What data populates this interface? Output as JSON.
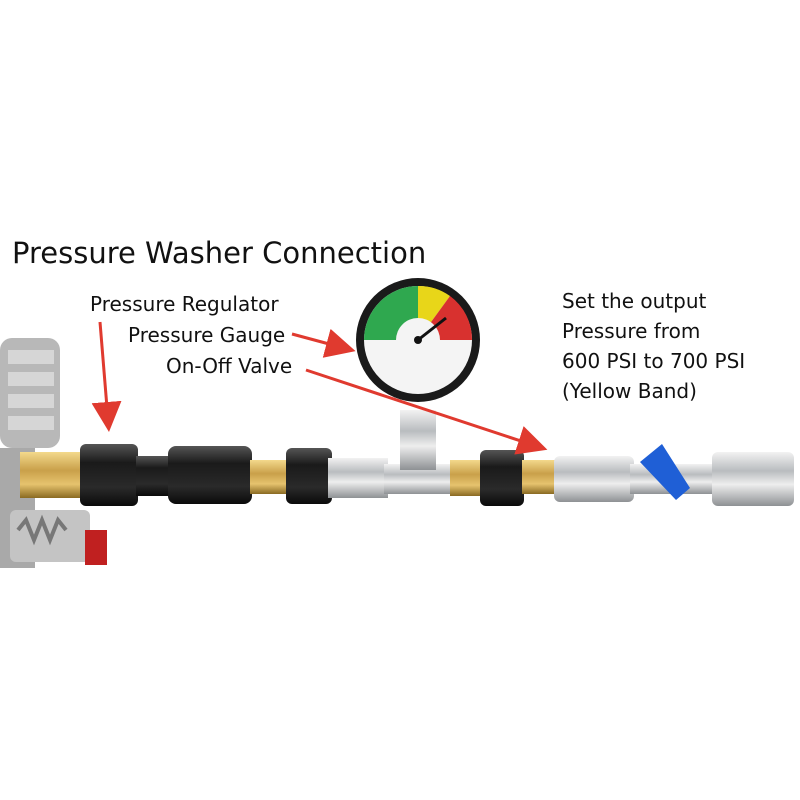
{
  "title": "Pressure Washer Connection",
  "labels": {
    "regulator": "Pressure Regulator",
    "gauge": "Pressure Gauge",
    "valve": "On-Off Valve"
  },
  "note": {
    "line1": "Set the output",
    "line2": "Pressure from",
    "line3": "600 PSI to 700 PSI",
    "line4": "(Yellow Band)"
  },
  "colors": {
    "arrow": "#e03a2f",
    "gauge_green": "#2fa84f",
    "gauge_yellow": "#e8d619",
    "gauge_red": "#d8312f",
    "valve_handle": "#1f5fd6",
    "brass": "#c9a04a"
  }
}
